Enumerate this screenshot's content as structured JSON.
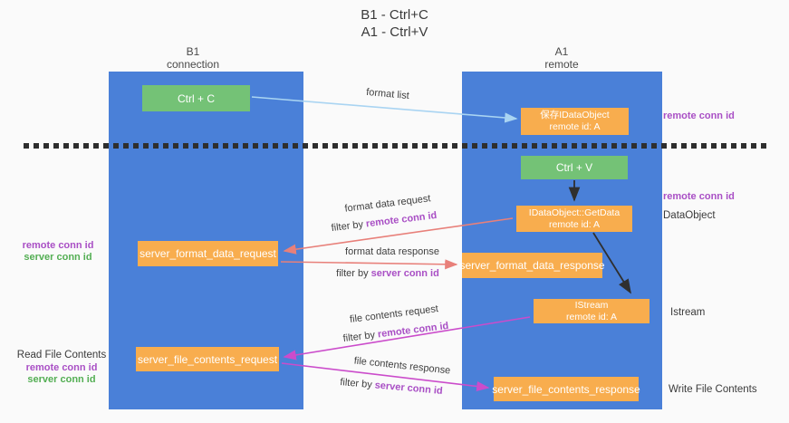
{
  "title": {
    "line1": "B1 - Ctrl+C",
    "line2": "A1 - Ctrl+V"
  },
  "lanes": {
    "left": {
      "name": "B1",
      "role": "connection"
    },
    "right": {
      "name": "A1",
      "role": "remote"
    }
  },
  "nodes": {
    "ctrl_c": {
      "label": "Ctrl + C"
    },
    "ctrl_v": {
      "label": "Ctrl + V"
    },
    "save_dataobject": {
      "line1": "保存IDataObject",
      "line2": "remote id: A"
    },
    "getdata": {
      "line1": "IDataObject::GetData",
      "line2": "remote id: A"
    },
    "istream": {
      "line1": "IStream",
      "line2": "remote id: A"
    },
    "server_format_data_request": {
      "label": "server_format_data_request"
    },
    "server_format_data_response": {
      "label": "server_format_data_response"
    },
    "server_file_contents_request": {
      "label": "server_file_contents_request"
    },
    "server_file_contents_response": {
      "label": "server_file_contents_response"
    }
  },
  "arrows": {
    "format_list": {
      "label": "format list"
    },
    "format_data_request": {
      "label": "format data request",
      "filter_prefix": "filter by",
      "filter_key": "remote conn id"
    },
    "format_data_response": {
      "label": "format data response",
      "filter_prefix": "filter by",
      "filter_key": "server conn id"
    },
    "file_contents_request": {
      "label": "file contents request",
      "filter_prefix": "filter by",
      "filter_key": "remote conn id"
    },
    "file_contents_response": {
      "label": "file contents response",
      "filter_prefix": "filter by",
      "filter_key": "server conn id"
    }
  },
  "side_labels": {
    "right_remote_conn_id_top": "remote conn id",
    "right_remote_conn_id_mid": "remote conn id",
    "dataobject": "DataObject",
    "istream": "Istream",
    "write_file_contents": "Write File Contents",
    "read_file_contents": "Read File Contents",
    "left_remote_conn_id_1": "remote conn id",
    "left_server_conn_id_1": "server conn id",
    "left_remote_conn_id_2": "remote conn id",
    "left_server_conn_id_2": "server conn id"
  },
  "colors": {
    "lane_blue": "#4a80d8",
    "node_green": "#74c276",
    "node_orange": "#f8ad4e",
    "arrow_salmon": "#e8807a",
    "arrow_magenta": "#cb4ccb",
    "arrow_lightblue": "#a9d4f2",
    "arrow_black": "#2f2f2f",
    "label_purple": "#a94fc5",
    "label_green": "#53ae53"
  }
}
